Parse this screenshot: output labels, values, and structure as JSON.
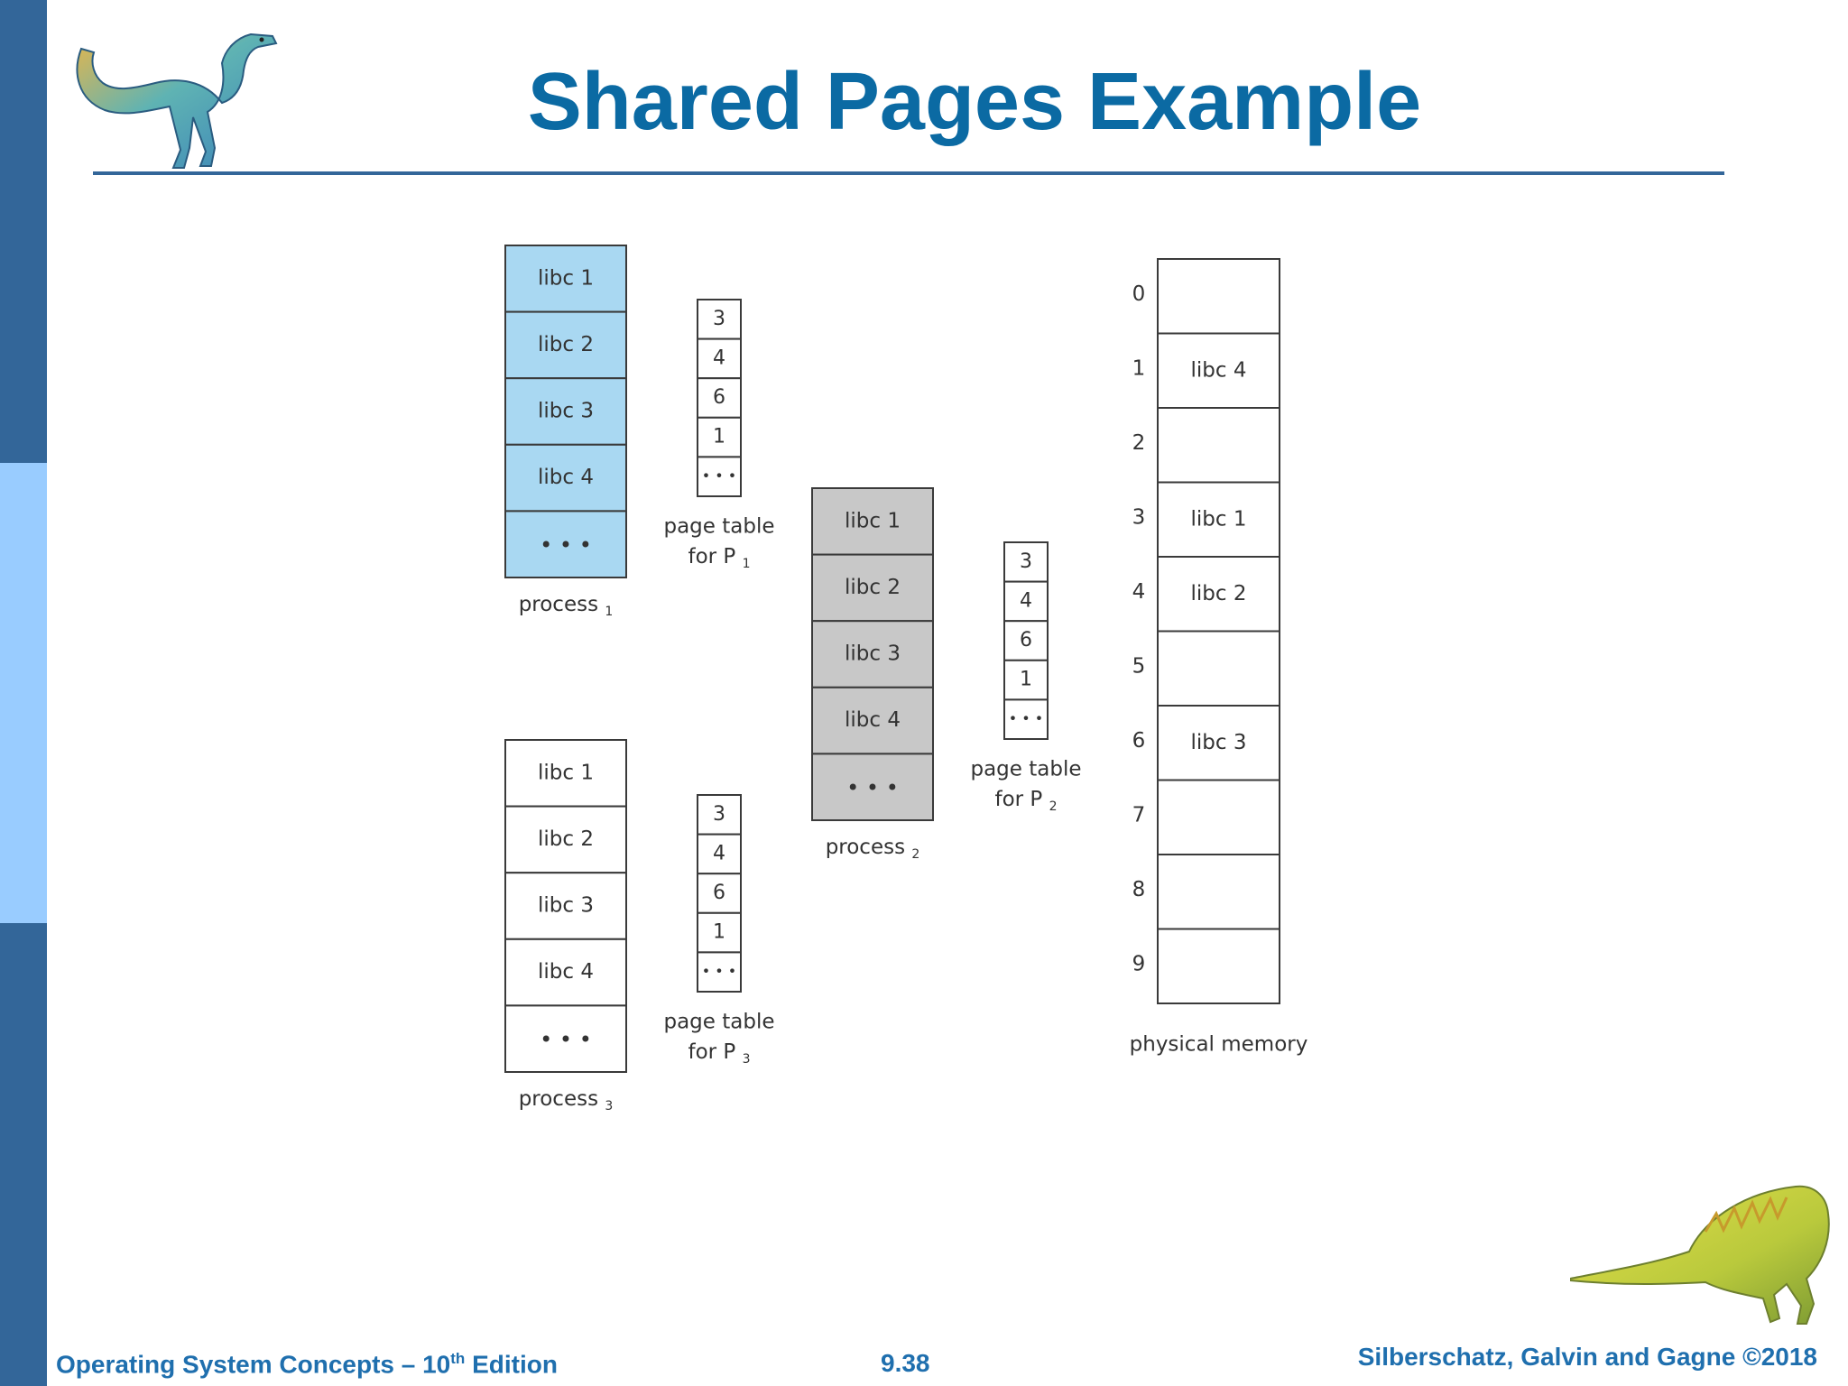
{
  "slide": {
    "title": "Shared Pages Example"
  },
  "colors": {
    "sidebar": "#336699",
    "sidebar_highlight": "#99ccff",
    "title": "#0b6aa3",
    "process_p1_fill": "#a9d8f2",
    "process_p2_fill": "#c8c8c8",
    "process_p3_fill": "#ffffff"
  },
  "diagram": {
    "processes": [
      {
        "id": "p1",
        "label": "process",
        "subscript": "1",
        "pages": [
          "libc 1",
          "libc 2",
          "libc 3",
          "libc 4",
          "• • •"
        ]
      },
      {
        "id": "p2",
        "label": "process",
        "subscript": "2",
        "pages": [
          "libc 1",
          "libc 2",
          "libc 3",
          "libc 4",
          "• • •"
        ]
      },
      {
        "id": "p3",
        "label": "process",
        "subscript": "3",
        "pages": [
          "libc 1",
          "libc 2",
          "libc 3",
          "libc 4",
          "• • •"
        ]
      }
    ],
    "page_tables": [
      {
        "id": "pt1",
        "entries": [
          "3",
          "4",
          "6",
          "1",
          "• • •"
        ],
        "caption_line1": "page table",
        "caption_line2": "for P",
        "subscript": "1"
      },
      {
        "id": "pt2",
        "entries": [
          "3",
          "4",
          "6",
          "1",
          "• • •"
        ],
        "caption_line1": "page table",
        "caption_line2": "for P",
        "subscript": "2"
      },
      {
        "id": "pt3",
        "entries": [
          "3",
          "4",
          "6",
          "1",
          "• • •"
        ],
        "caption_line1": "page table",
        "caption_line2": "for P",
        "subscript": "3"
      }
    ],
    "physical_memory": {
      "label": "physical memory",
      "frame_numbers": [
        "0",
        "1",
        "2",
        "3",
        "4",
        "5",
        "6",
        "7",
        "8",
        "9"
      ],
      "frames": [
        "",
        "libc 4",
        "",
        "libc 1",
        "libc 2",
        "",
        "libc 3",
        "",
        "",
        ""
      ]
    }
  },
  "footer": {
    "left_prefix": "Operating System Concepts – 10",
    "left_sup": "th",
    "left_suffix": " Edition",
    "page_number": "9.38",
    "right": "Silberschatz, Galvin and Gagne ©2018"
  }
}
